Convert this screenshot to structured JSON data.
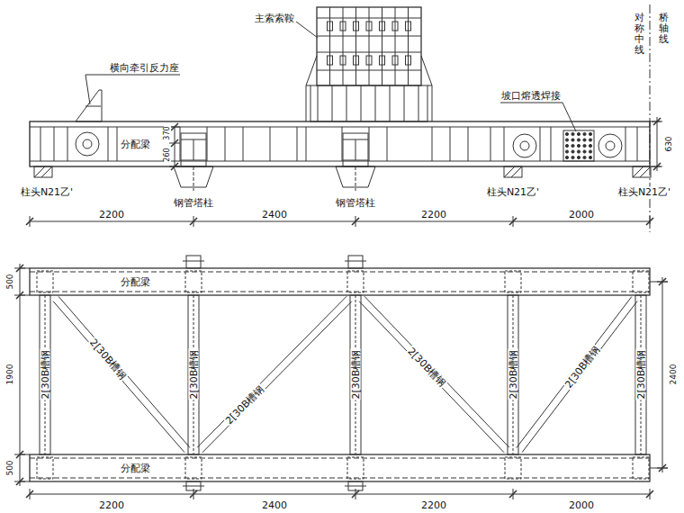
{
  "diagram": {
    "labels": [
      "横向牵引反力座",
      "主索索鞍",
      "对称中线",
      "桥轴线",
      "坡口熔透焊接",
      "分配梁",
      "370",
      "260",
      "630",
      "柱头N21乙'",
      "钢管塔柱",
      "钢管塔柱",
      "柱头N21乙'",
      "柱头N21乙'",
      "2200",
      "2400",
      "2200",
      "2000",
      "分配梁",
      "分配梁",
      "2[30B槽钢",
      "2[30B槽钢",
      "2[30B槽钢",
      "2[30B槽钢",
      "2[30B槽钢",
      "2[30B槽钢",
      "2[30B槽钢",
      "2[30B槽钢",
      "2[30B槽钢",
      "500",
      "1900",
      "500",
      "2400",
      "2200",
      "2400",
      "2200",
      "2000"
    ]
  }
}
